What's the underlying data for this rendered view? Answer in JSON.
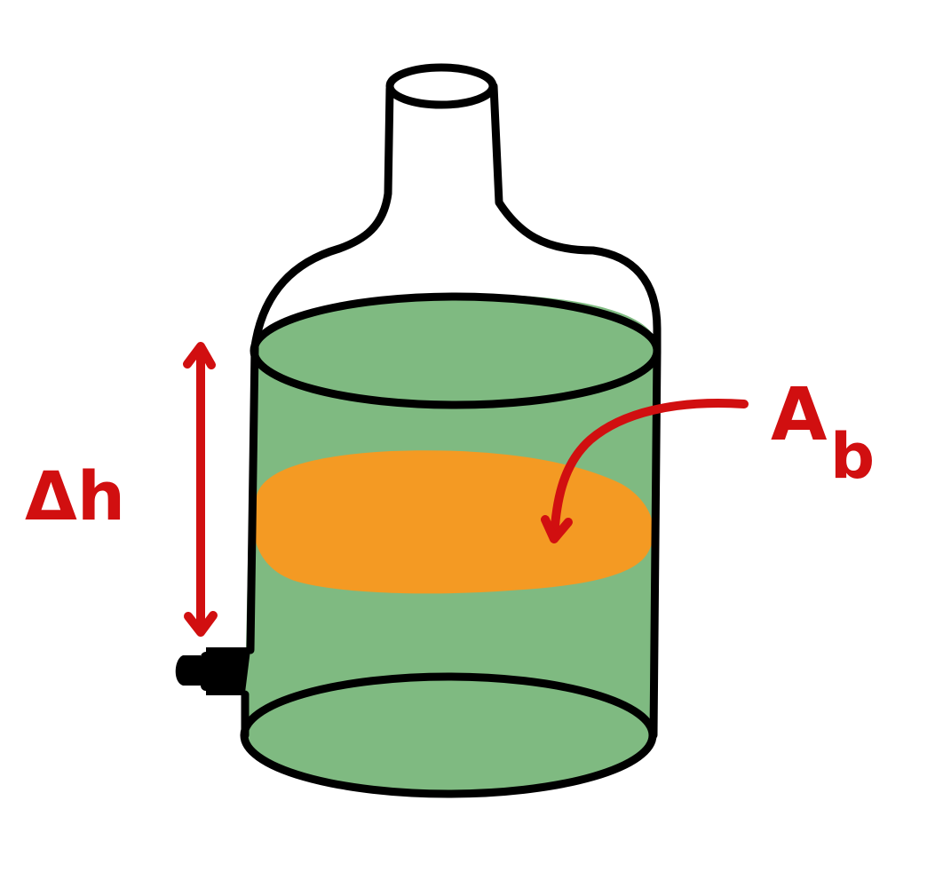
{
  "diagram": {
    "labels": {
      "height_change": "Δh",
      "area_main": "A",
      "area_sub": "b"
    },
    "colors": {
      "water": "#7fba81",
      "cross_section": "#f49a23",
      "annotation": "#d10f10",
      "outline": "#000000",
      "background": "#ffffff"
    },
    "icons": {
      "spigot": "spigot-icon",
      "height_arrow": "double-arrow-icon",
      "pointer_arrow": "curved-arrow-icon"
    }
  }
}
